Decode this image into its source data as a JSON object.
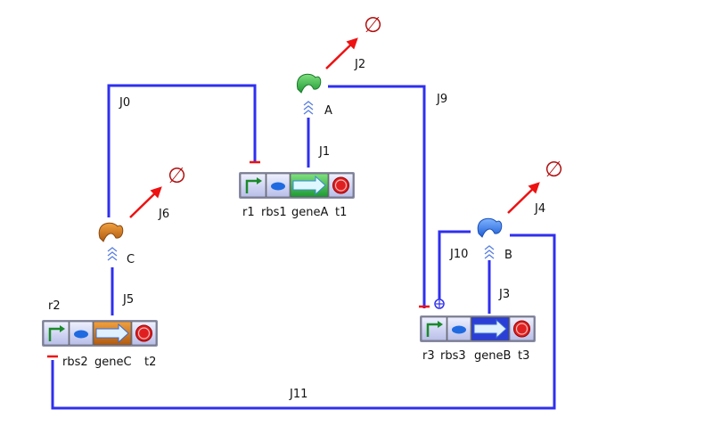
{
  "species": {
    "A": {
      "label": "A",
      "color": "#2fa84a"
    },
    "B": {
      "label": "B",
      "color": "#3b7be0"
    },
    "C": {
      "label": "C",
      "color": "#d07a1f"
    }
  },
  "reactions": {
    "J0": "J0",
    "J1": "J1",
    "J2": "J2",
    "J3": "J3",
    "J4": "J4",
    "J5": "J5",
    "J6": "J6",
    "J9": "J9",
    "J10": "J10",
    "J11": "J11"
  },
  "gene_blocks": {
    "block1": {
      "labels": [
        "r1",
        "rbs1",
        "geneA",
        "t1"
      ],
      "cds_color": "#3ec24a"
    },
    "block2": {
      "prefix": "r2",
      "labels": [
        "rbs2",
        "geneC",
        "t2"
      ],
      "cds_color": "#c3701b"
    },
    "block3": {
      "labels": [
        "r3",
        "rbs3",
        "geneB",
        "t3"
      ],
      "cds_color": "#2b3fd6"
    }
  },
  "sink_symbol": "∅",
  "colors": {
    "edge": "#2f2ff0",
    "degradation": "#e11111",
    "inhibition": "#e11111"
  }
}
